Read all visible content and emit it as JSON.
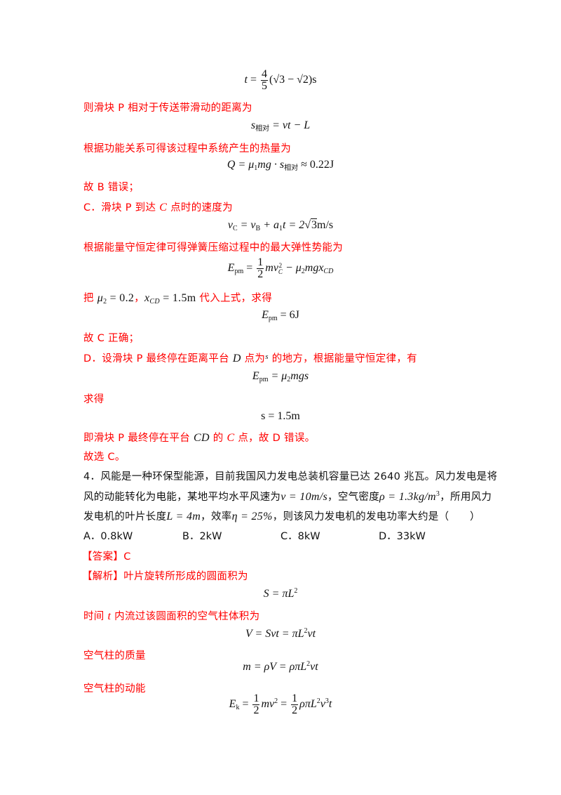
{
  "solution_q3": {
    "eq_t": {
      "lhs": "t",
      "coef_num": "4",
      "coef_den": "5",
      "body": "(√3 − √2)s"
    },
    "line_relative_distance": "则滑块 P 相对于传送带滑动的距离为",
    "eq_s_relative": {
      "lhs": "s",
      "sub": "相对",
      "rhs": "= vt − L"
    },
    "line_heat": "根据功能关系可得该过程中系统产生的热量为",
    "eq_Q": {
      "lhs": "Q = μ",
      "sub1": "1",
      "mid": "mg · s",
      "sub2": "相对",
      "rhs": "≈ 0.22J"
    },
    "verdict_B": "故 B 错误；",
    "option_C_intro": {
      "prefix": "C．滑块 P 到达 ",
      "var": "C",
      "suffix": " 点时的速度为"
    },
    "eq_vC": "v_C = v_B + a_1 t = 2√3 m/s",
    "eq_vC_parts": {
      "v": "v",
      "subC": "C",
      "eq1": " = v",
      "subB": "B",
      "plus": " + a",
      "sub1": "1",
      "rest": "t = 2",
      "sqrt": "3",
      "unit": "m/s"
    },
    "line_energy": "根据能量守恒定律可得弹簧压缩过程中的最大弹性势能为",
    "eq_Epm": {
      "E": "E",
      "sub": "pm",
      "half_num": "1",
      "half_den": "2",
      "mv": "mv",
      "vsub": "C",
      "vsup": "2",
      "minus": " − μ",
      "mu_sub": "2",
      "mgx": "mgx",
      "x_sub": "CD"
    },
    "substitute": {
      "prefix": "把 ",
      "mu": "μ",
      "mu_sub": "2",
      "mu_val": " = 0.2",
      "sep": "，",
      "x": "x",
      "x_sub": "CD",
      "x_val": " = 1.5m",
      "suffix": " 代入上式，求得"
    },
    "eq_Epm_value": {
      "E": "E",
      "sub": "pm",
      "rhs": " = 6J"
    },
    "verdict_C": "故 C 正确；",
    "option_D_intro": {
      "prefix": "D．设滑块 P 最终停在距离平台 ",
      "var1": "D",
      "mid": " 点为",
      "var2": "s",
      "suffix": " 的地方，根据能量守恒定律，有"
    },
    "eq_Epm_mu": {
      "E": "E",
      "sub": "pm",
      "rhs1": " = μ",
      "mu_sub": "2",
      "rhs2": "mgs"
    },
    "line_solve": "求得",
    "eq_s": "s = 1.5m",
    "line_stop": {
      "prefix": "即滑块 P 最终停在平台 ",
      "var1": "CD",
      "mid": " 的 ",
      "var2": "C",
      "suffix": " 点，故 D 错误。"
    },
    "final_choice": "故选 C。"
  },
  "question_4": {
    "line1": "4．风能是一种环保型能源，目前我国风力发电总装机容量已达 2640 兆瓦。风力发电是将",
    "line2": {
      "a": "风的动能转化为电能，某地平均水平风速为",
      "v": "v = 10m/s",
      "b": "，空气密度",
      "rho": "ρ = 1.3kg/m",
      "rho_sup": "3",
      "c": "，所用风力"
    },
    "line3": {
      "a": "发电机的叶片长度",
      "L": "L = 4m",
      "b": "，效率",
      "eta": "η = 25%",
      "c": "，则该风力发电机的发电功率大约是（　　）"
    },
    "options": [
      {
        "label": "A．0.8kW"
      },
      {
        "label": "B．2kW"
      },
      {
        "label": "C．8kW"
      },
      {
        "label": "D．33kW"
      }
    ],
    "answer": "【答案】C",
    "analysis_intro": "【解析】叶片旋转所形成的圆面积为",
    "eq_S": {
      "lhs": "S = πL",
      "sup": "2"
    },
    "line_volume": {
      "a": "时间 ",
      "t": "t",
      "b": " 内流过该圆面积的空气柱体积为"
    },
    "eq_V": {
      "a": "V = Svt = πL",
      "sup": "2",
      "b": "vt"
    },
    "line_mass": "空气柱的质量",
    "eq_m": {
      "a": "m = ρV = ρπL",
      "sup": "2",
      "b": "vt"
    },
    "line_ke": "空气柱的动能",
    "eq_Ek": {
      "E": "E",
      "sub": "k",
      "half": "1",
      "den": "2",
      "mv": "mv",
      "sup1": "2",
      "mid": "ρπL",
      "sup2": "2",
      "v": "v",
      "sup3": "3",
      "t": "t"
    }
  },
  "colors": {
    "analysis_text": "#ff0000",
    "body_text": "#111111",
    "background": "#ffffff"
  }
}
